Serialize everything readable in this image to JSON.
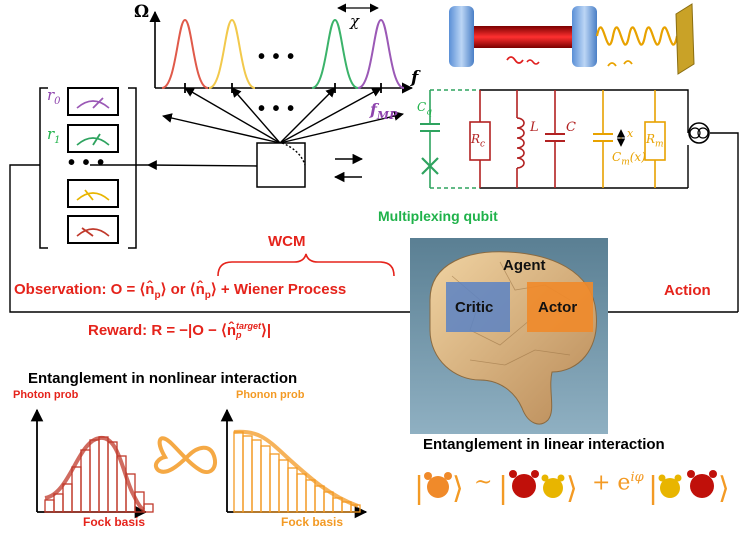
{
  "spectrum": {
    "axis_y": "Ω",
    "axis_x": "f",
    "spacing": "χ",
    "ellipsis": "• • •",
    "f_mp": "f",
    "f_mp_sub": "MP"
  },
  "readouts": {
    "r0": "r",
    "r0_sub": "0",
    "r1": "r",
    "r1_sub": "1",
    "ellipsis": "• • •"
  },
  "circuit": {
    "cq": "C",
    "cq_sub": "q",
    "rc": "R",
    "rc_sub": "c",
    "l": "L",
    "c": "C",
    "cm": "C",
    "cm_sub": "m",
    "cm_arg": "(x)",
    "rm": "R",
    "rm_sub": "m",
    "x": "x"
  },
  "labels": {
    "multiplexing_qubit": "Multiplexing qubit",
    "wcm": "WCM",
    "observation": "Observation: O = ⟨n̂",
    "observation_sub": "p",
    "observation_or": "⟩ or ⟨n̂",
    "observation_sub2": "p",
    "observation_tail": "⟩ + Wiener Process",
    "reward": "Reward: R =  −|O − ⟨n̂",
    "reward_sup": "target",
    "reward_sub": "p",
    "reward_tail": "⟩|",
    "action": "Action",
    "agent": "Agent",
    "critic": "Critic",
    "actor": "Actor"
  },
  "panel_nonlinear": {
    "title": "Entanglement in nonlinear interaction",
    "photon": "Photon prob",
    "phonon": "Phonon prob",
    "fock1": "Fock basis",
    "fock2": "Fock basis"
  },
  "panel_linear": {
    "title": "Entanglement in linear interaction",
    "tilde": "~",
    "plus": "+ e",
    "phase": "iφ"
  },
  "colors": {
    "red": "#e5231b",
    "green": "#1fb24a",
    "purple": "#8e44ad",
    "yellow": "#f2c200",
    "orange": "#f39a24",
    "darkred": "#b22222",
    "gold": "#e8b500"
  }
}
